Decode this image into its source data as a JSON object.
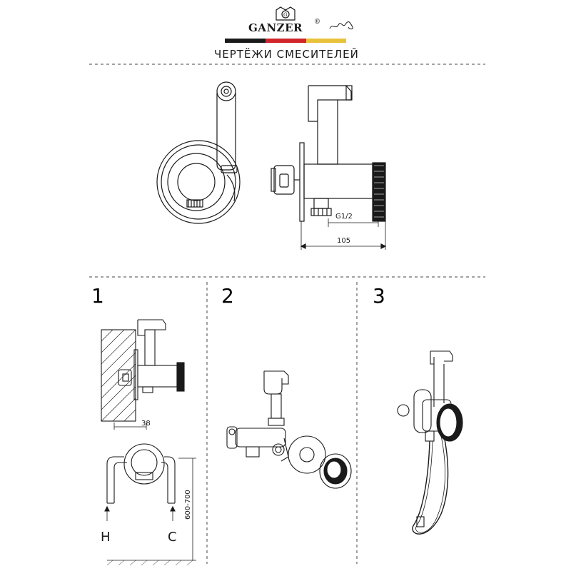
{
  "header": {
    "brand": "GANZER",
    "registered_mark": "®",
    "subtitle": "ЧЕРТЁЖИ СМЕСИТЕЛЕЙ",
    "flag_colors": [
      "#1a1a1a",
      "#d0262b",
      "#e8c23a"
    ]
  },
  "drawing": {
    "thread_label": "G1/2",
    "depth_label": "105"
  },
  "steps": [
    {
      "number": "1",
      "wall_dim": "38",
      "height_dim": "600-700",
      "hot_label": "H",
      "cold_label": "C"
    },
    {
      "number": "2"
    },
    {
      "number": "3"
    }
  ]
}
